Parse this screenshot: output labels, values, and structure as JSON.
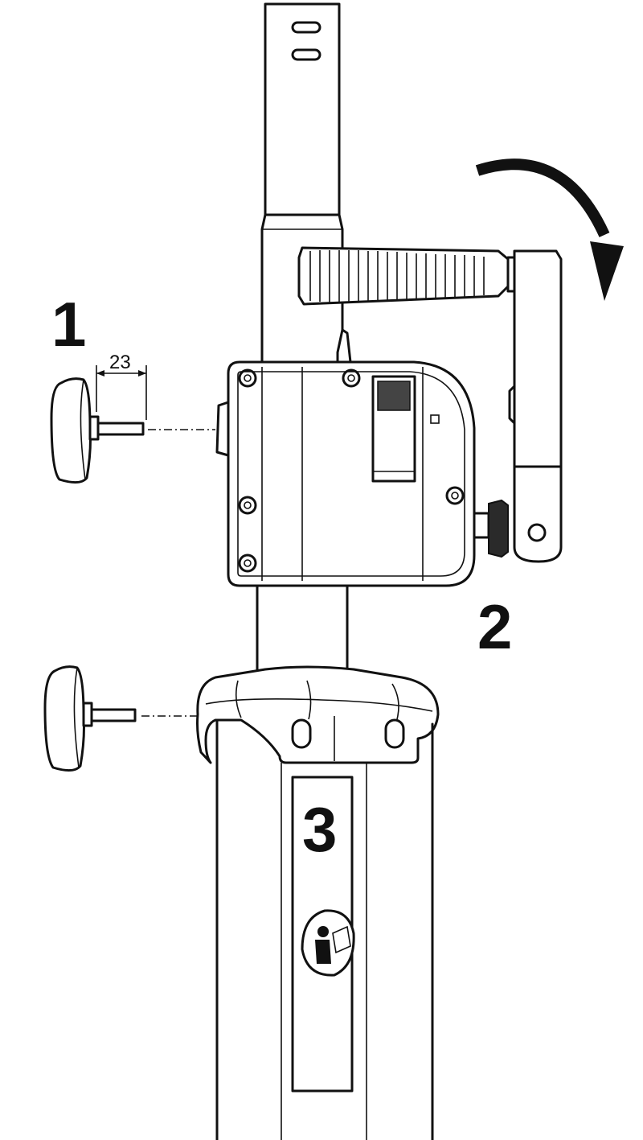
{
  "steps": {
    "step1": "1",
    "step2": "2",
    "step3": "3"
  },
  "dimension": {
    "value": "23"
  },
  "icons": {
    "arrow": "rotate-clockwise-arrow-icon",
    "manual": "read-manual-icon"
  }
}
